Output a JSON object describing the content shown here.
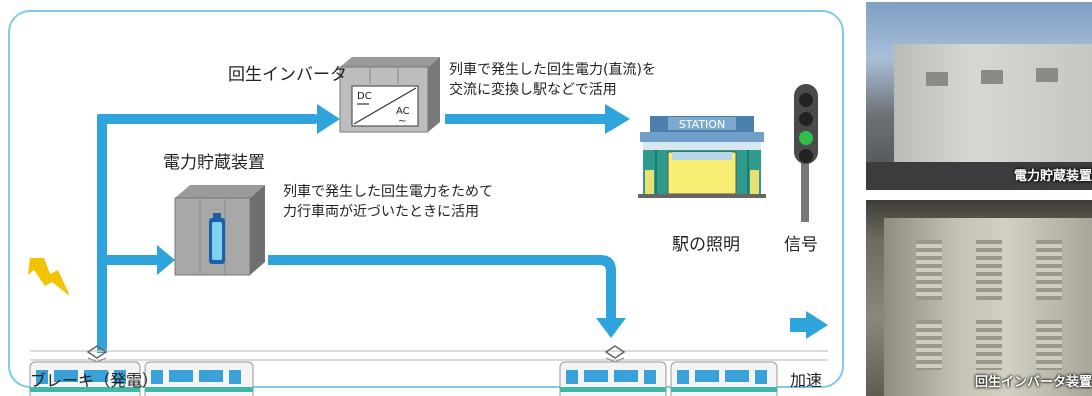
{
  "labels": {
    "regen_inverter": "回生インバータ",
    "inverter_desc_1": "列車で発生した回生電力(直流)を",
    "inverter_desc_2": "交流に変換し駅などで活用",
    "storage": "電力貯蔵装置",
    "storage_desc_1": "列車で発生した回生電力をためて",
    "storage_desc_2": "力行車両が近づいたときに活用",
    "station_sign": "STATION",
    "station_lighting": "駅の照明",
    "signal": "信号",
    "brake": "ブレーキ（発電）",
    "accelerate": "加速",
    "dc": "DC",
    "ac": "AC"
  },
  "photos": {
    "top_caption": "電力貯蔵装置",
    "bottom_caption": "回生インバータ装置"
  },
  "colors": {
    "panel_border": "#7ecbe3",
    "arrow": "#2ea3dc",
    "train_stripe": "#3fb8a8",
    "train_window": "#3aa0d8",
    "signal_green": "#2fbf4a",
    "lightning": "#f2c300"
  }
}
